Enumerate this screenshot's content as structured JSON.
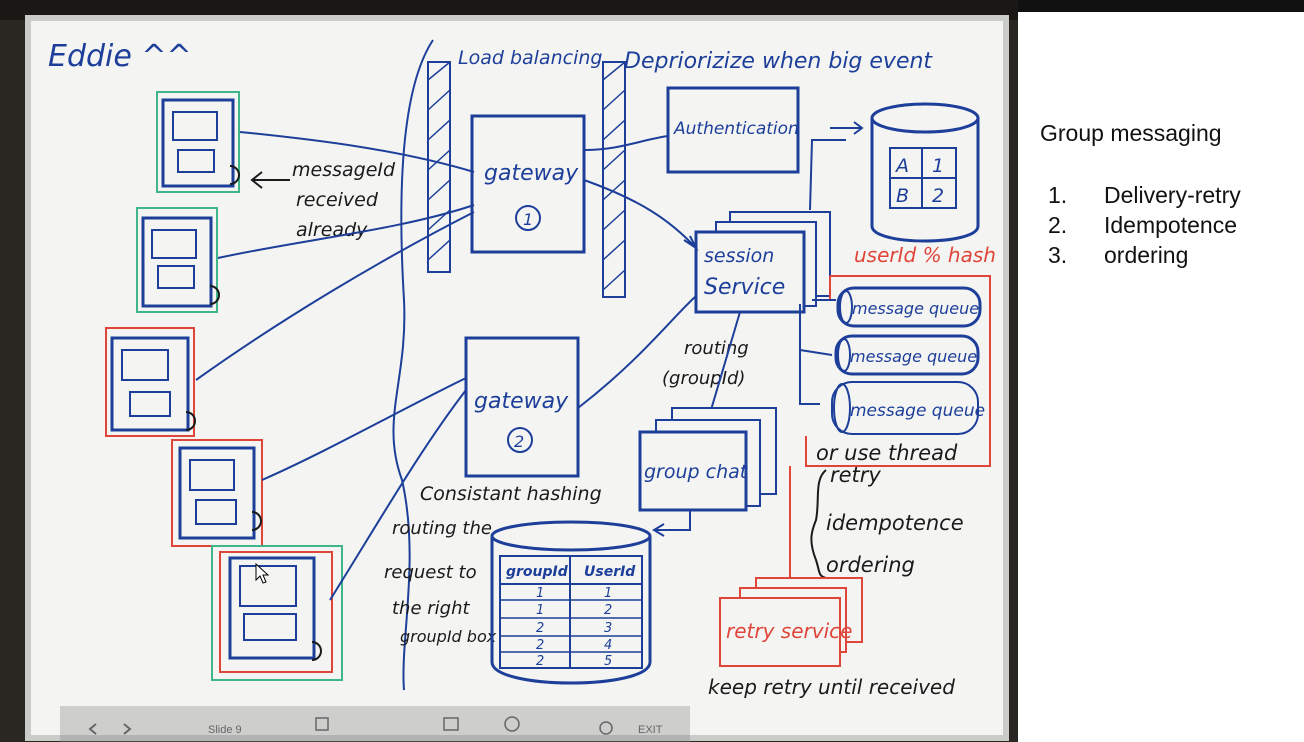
{
  "whiteboard": {
    "author": "Eddie ^^",
    "labels": {
      "load_balancing": "Load balancing",
      "deprioritize": "Depriorizize when big event",
      "authentication": "Authentication",
      "message_received": [
        "messageId",
        "received",
        "already"
      ],
      "gateway_1": "gateway",
      "gateway_1_num": "1",
      "gateway_2": "gateway",
      "gateway_2_num": "2",
      "session_service": [
        "session",
        "Service"
      ],
      "userid_hash": "userId % hash",
      "routing": [
        "routing",
        "(groupId)"
      ],
      "group_chat": "group chat",
      "message_queue": [
        "message queue",
        "message queue",
        "message queue"
      ],
      "or_use_thread": "or use thread",
      "thread_items": [
        "retry",
        "idempotence",
        "ordering"
      ],
      "consistent_hashing": "Consistant hashing",
      "routing_note": [
        "routing the",
        "request to",
        "the right",
        "groupId box"
      ],
      "retry_service": "retry service",
      "keep_retry": "keep retry until received"
    },
    "db_cache": {
      "rows": [
        [
          "A",
          "1"
        ],
        [
          "B",
          "2"
        ]
      ]
    },
    "group_table": {
      "headers": [
        "groupId",
        "UserId"
      ],
      "rows": [
        [
          "1",
          "1"
        ],
        [
          "1",
          "2"
        ],
        [
          "2",
          "3"
        ],
        [
          "2",
          "4"
        ],
        [
          "2",
          "5"
        ]
      ]
    }
  },
  "panel": {
    "title": "Group messaging",
    "items": [
      {
        "num": "1.",
        "text": "Delivery-retry"
      },
      {
        "num": "2.",
        "text": "Idempotence"
      },
      {
        "num": "3.",
        "text": "ordering"
      }
    ]
  },
  "slide_controls": {
    "slide_label": "Slide 9",
    "exit_label": "EXIT"
  },
  "colors": {
    "ink_blue": "#1d3f9a",
    "ink_red": "#e0453a",
    "ink_green": "#3fb58a",
    "ink_black": "#1a1a1a"
  }
}
